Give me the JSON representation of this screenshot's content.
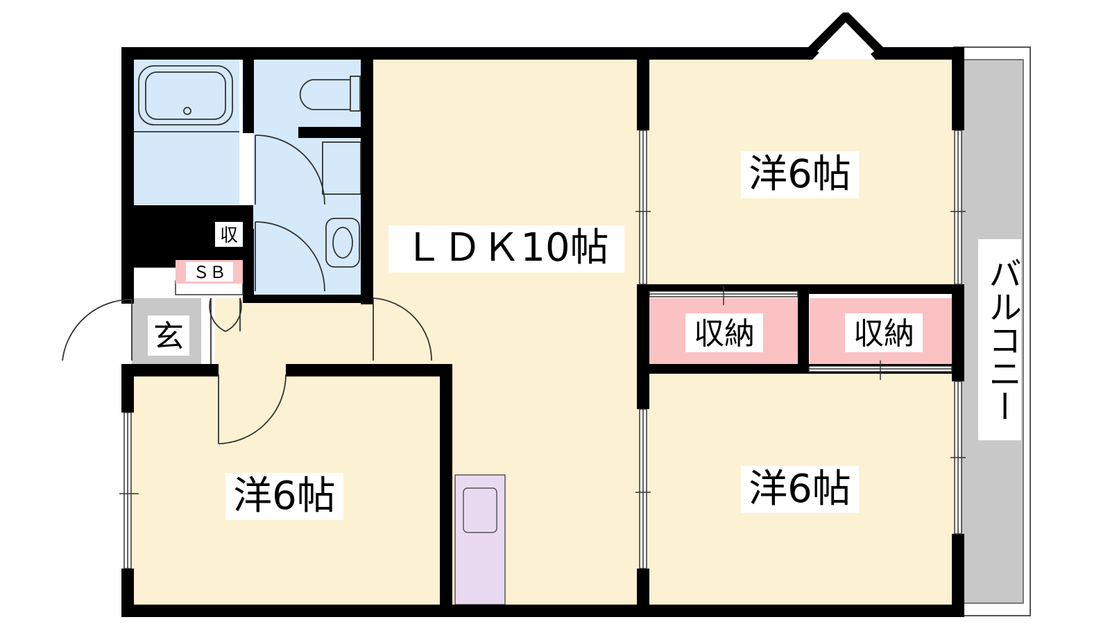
{
  "labels": {
    "ldk": "ＬＤＫ10帖",
    "room_upper_right": "洋6帖",
    "room_lower_right": "洋6帖",
    "room_lower_left": "洋6帖",
    "storage_left": "収納",
    "storage_right": "収納",
    "small_storage": "収",
    "shoe_box": "ＳＢ",
    "entrance": "玄",
    "balcony": "バルコニー"
  },
  "colors": {
    "wall": "#000000",
    "floor_room": "#FDF1D3",
    "floor_wet": "#D5E9FA",
    "storage": "#FBC2C4",
    "kitchen": "#E9DAF1",
    "entrance": "#C8C8C8",
    "balcony": "#C8C8C8"
  }
}
